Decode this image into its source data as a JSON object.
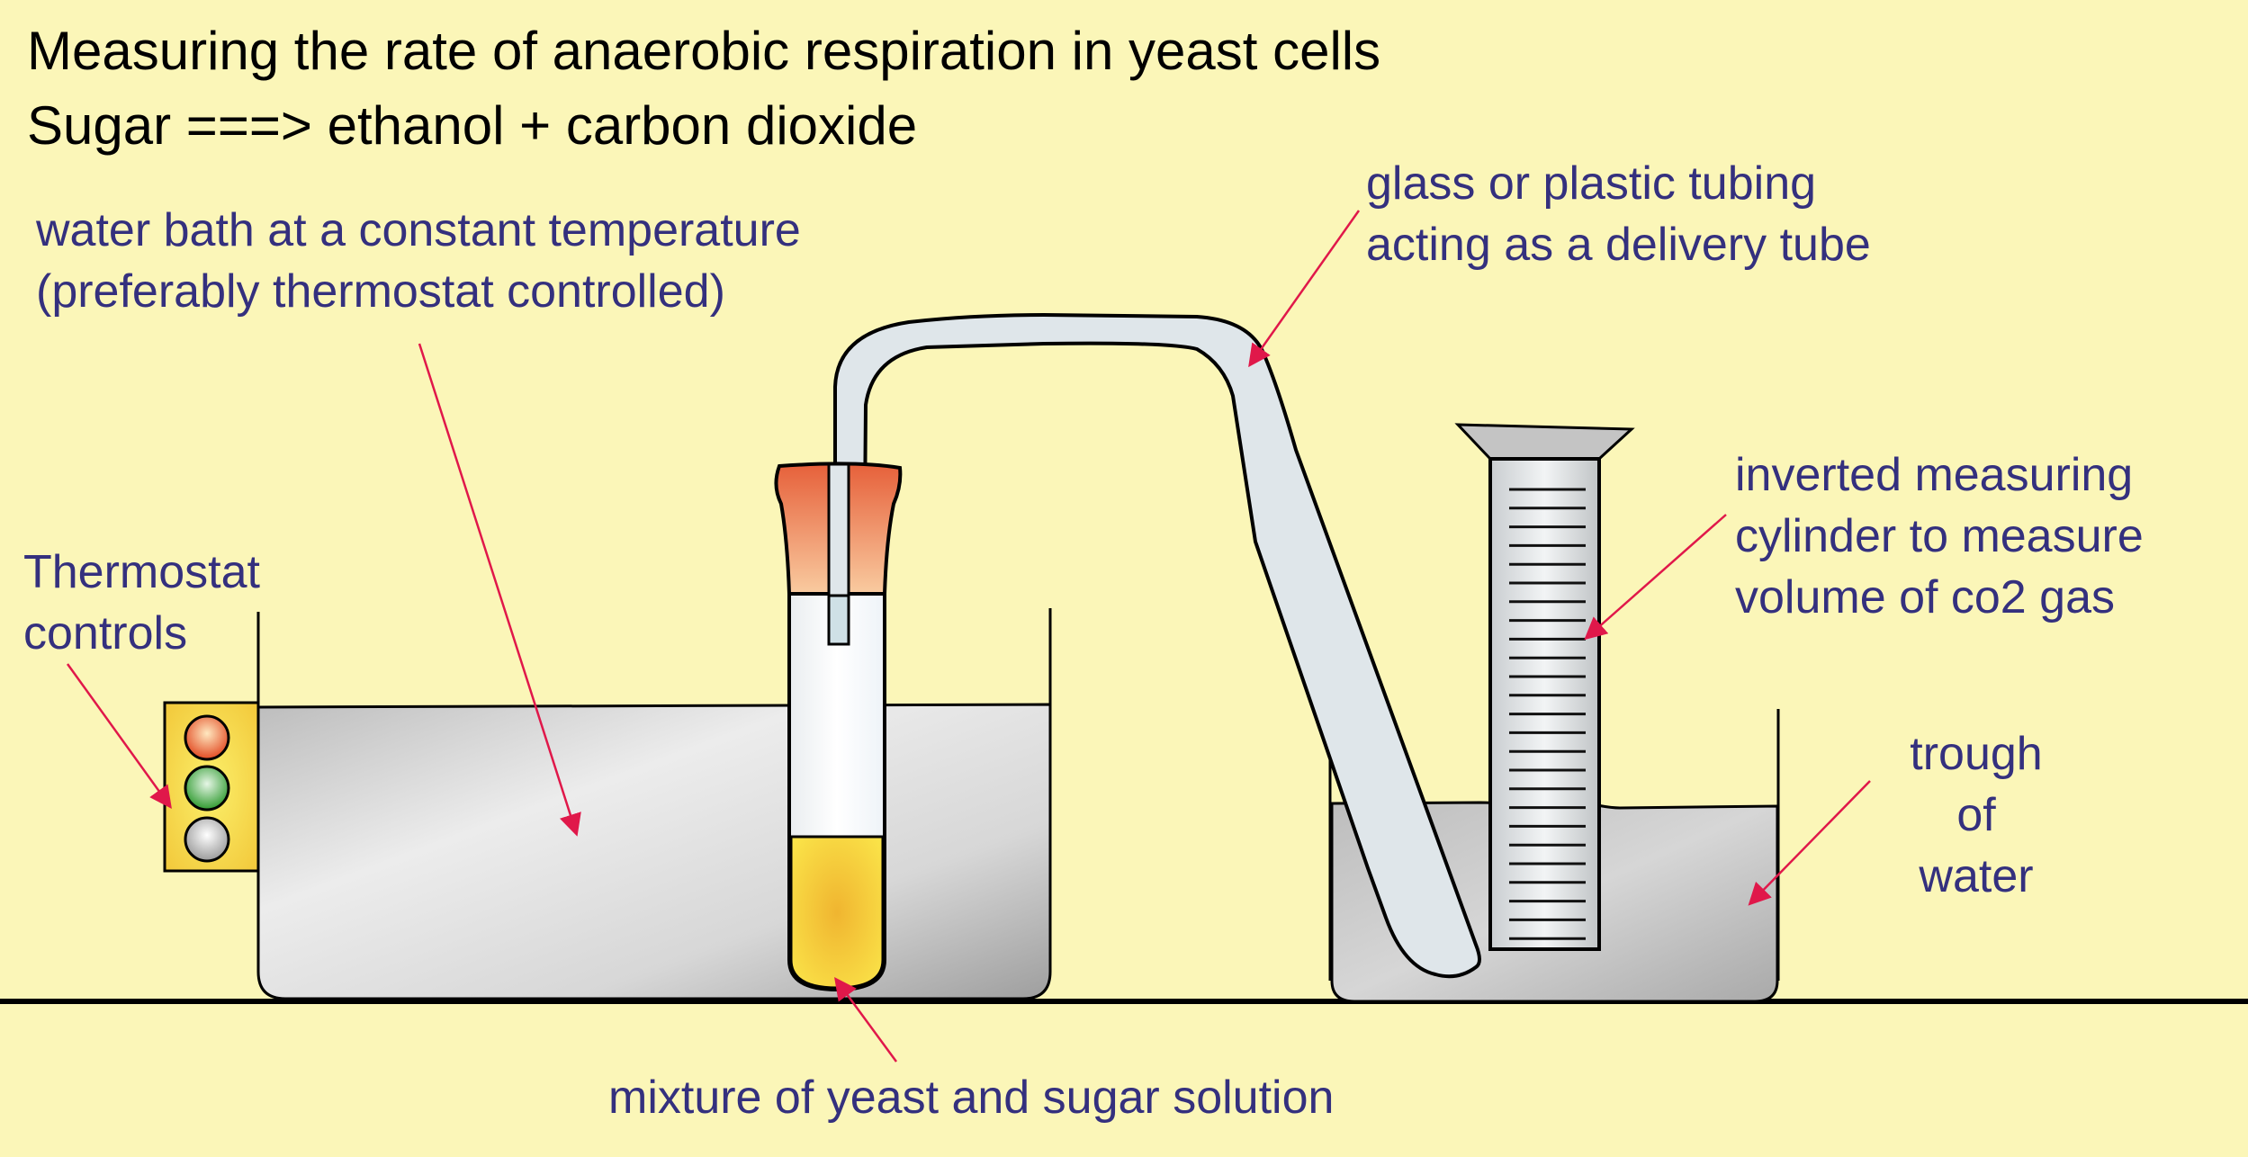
{
  "title": {
    "line1": "Measuring the rate of anaerobic respiration in yeast cells",
    "line2": "Sugar ===> ethanol + carbon dioxide"
  },
  "labels": {
    "water_bath": [
      "water bath at a constant temperature",
      "(preferably thermostat controlled)"
    ],
    "thermostat": [
      "Thermostat",
      "controls"
    ],
    "delivery_tube": [
      "glass or plastic tubing",
      "acting as a delivery tube"
    ],
    "cylinder": [
      "inverted measuring",
      "cylinder to measure",
      "volume of co2 gas"
    ],
    "trough": [
      "trough",
      "of",
      "water"
    ],
    "mixture": "mixture of yeast and sugar solution"
  },
  "colors": {
    "background": "#fbf6b8",
    "label_text": "#34307e",
    "pointer_arrow": "#e0184a",
    "bung": "#e8663c",
    "yeast_mixture": "#f4cf2e",
    "thermostat_panel": "#f6d63c",
    "light_red": "#e5502a",
    "light_green": "#3aa23a",
    "light_grey": "#b0b0b0"
  }
}
